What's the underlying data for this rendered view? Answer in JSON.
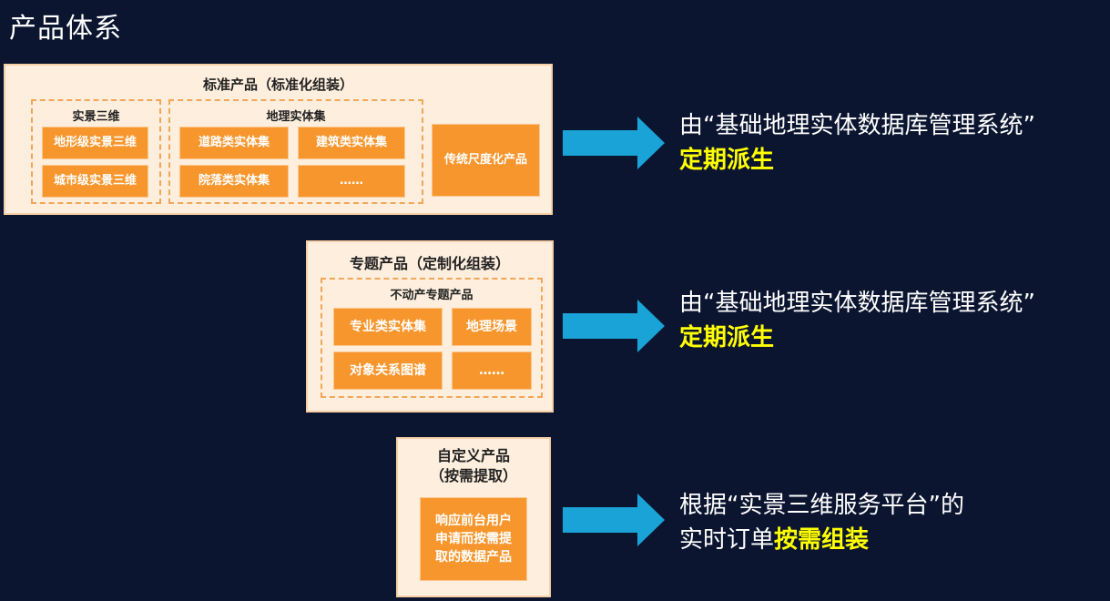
{
  "page": {
    "title": "产品体系"
  },
  "standard": {
    "title": "标准产品（标准化组装）",
    "group1": {
      "title": "实景三维",
      "items": [
        "地形级实景三维",
        "城市级实景三维"
      ]
    },
    "group2": {
      "title": "地理实体集",
      "items": [
        "道路类实体集",
        "建筑类实体集",
        "院落类实体集",
        "……"
      ]
    },
    "single": "传统尺度化产品",
    "desc": {
      "line1": "由“基础地理实体数据库管理系统”",
      "highlight": "定期派生"
    }
  },
  "thematic": {
    "title": "专题产品（定制化组装）",
    "group": {
      "title": "不动产专题产品",
      "items": [
        "专业类实体集",
        "地理场景",
        "对象关系图谱",
        "……"
      ]
    },
    "desc": {
      "line1": "由“基础地理实体数据库管理系统”",
      "highlight": "定期派生"
    }
  },
  "custom": {
    "title_line1": "自定义产品",
    "title_line2": "（按需提取）",
    "box_line1": "响应前台用户",
    "box_line2": "申请而按需提",
    "box_line3": "取的数据产品",
    "desc": {
      "line1": "根据“实景三维服务平台”的",
      "line2_prefix": "实时订单",
      "highlight": "按需组装"
    }
  },
  "colors": {
    "background": "#0b1530",
    "panel": "#fdeedd",
    "box": "#f7962d",
    "arrow": "#1aa3d6",
    "highlight": "#ffff00"
  },
  "icons": [
    "right-arrow-icon"
  ]
}
